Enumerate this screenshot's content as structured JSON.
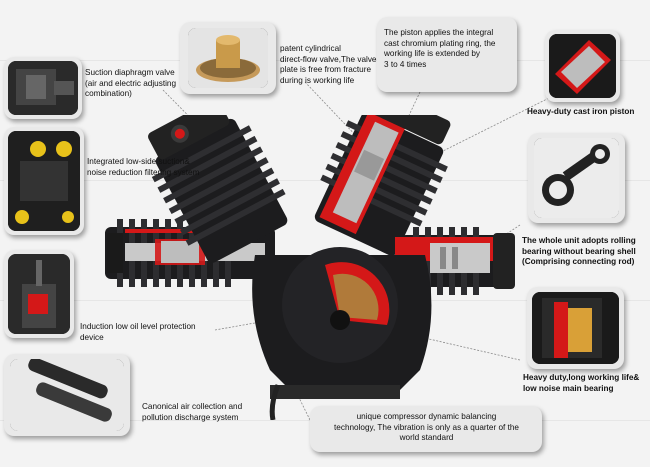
{
  "callouts": {
    "valve": "patent cylindrical\ndirect-flow valve,The valve\nplate is free from fracture\nduring is working life",
    "piston_ring": "The piston applies the integral\ncast chromium plating ring, the\nworking life is extended by\n3 to 4 times",
    "suction_valve": "Suction diaphragm valve\n(air and electric adjusting\ncombination)",
    "filter": "Integrated low-side suction&\nnoise reduction filtering system",
    "piston": "Heavy-duty cast iron piston",
    "rolling_bearing": "The whole unit adopts rolling\nbearing without bearing shell\n(Comprising connecting rod)",
    "oil_level": "Induction low oil level protection\ndevice",
    "main_bearing": "Heavy duty,long working life&\nlow noise main bearing",
    "air_collection": "Canonical air collection and\npollution discharge system",
    "balancing": "unique compressor dynamic balancing\ntechnology, The vibration is only as  a quarter of the\nworld standard"
  },
  "colors": {
    "background": "#f3f3f3",
    "card": "#e9e9e9",
    "cutaway_red": "#d41818",
    "engine_body": "#1c1c1e",
    "callout_line": "#8a8a8a"
  }
}
